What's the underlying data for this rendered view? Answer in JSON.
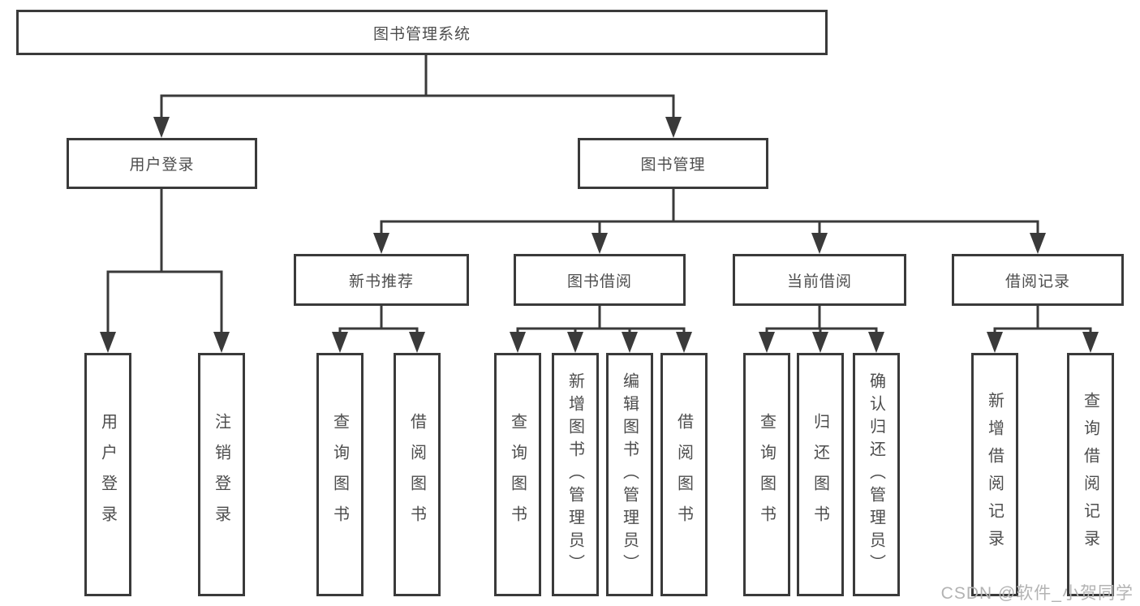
{
  "diagram": {
    "type": "feature-tree",
    "root": {
      "label": "图书管理系统"
    },
    "branches": [
      {
        "label": "用户登录",
        "children": [
          {
            "label": "用户登录"
          },
          {
            "label": "注销登录"
          }
        ]
      },
      {
        "label": "图书管理",
        "children": [
          {
            "label": "新书推荐",
            "children": [
              {
                "label": "查询图书"
              },
              {
                "label": "借阅图书"
              }
            ]
          },
          {
            "label": "图书借阅",
            "children": [
              {
                "label": "查询图书"
              },
              {
                "label": "新增图书（管理员）"
              },
              {
                "label": "编辑图书（管理员）"
              },
              {
                "label": "借阅图书"
              }
            ]
          },
          {
            "label": "当前借阅",
            "children": [
              {
                "label": "查询图书"
              },
              {
                "label": "归还图书"
              },
              {
                "label": "确认归还（管理员）"
              }
            ]
          },
          {
            "label": "借阅记录",
            "children": [
              {
                "label": "新增借阅记录"
              },
              {
                "label": "查询借阅记录"
              }
            ]
          }
        ]
      }
    ]
  },
  "watermark": {
    "text": "CSDN @软件_小贺同学"
  },
  "colors": {
    "line": "#3a3a3a",
    "text": "#4d4d4d",
    "background": "#ffffff",
    "watermark": "#b3b3b3"
  }
}
